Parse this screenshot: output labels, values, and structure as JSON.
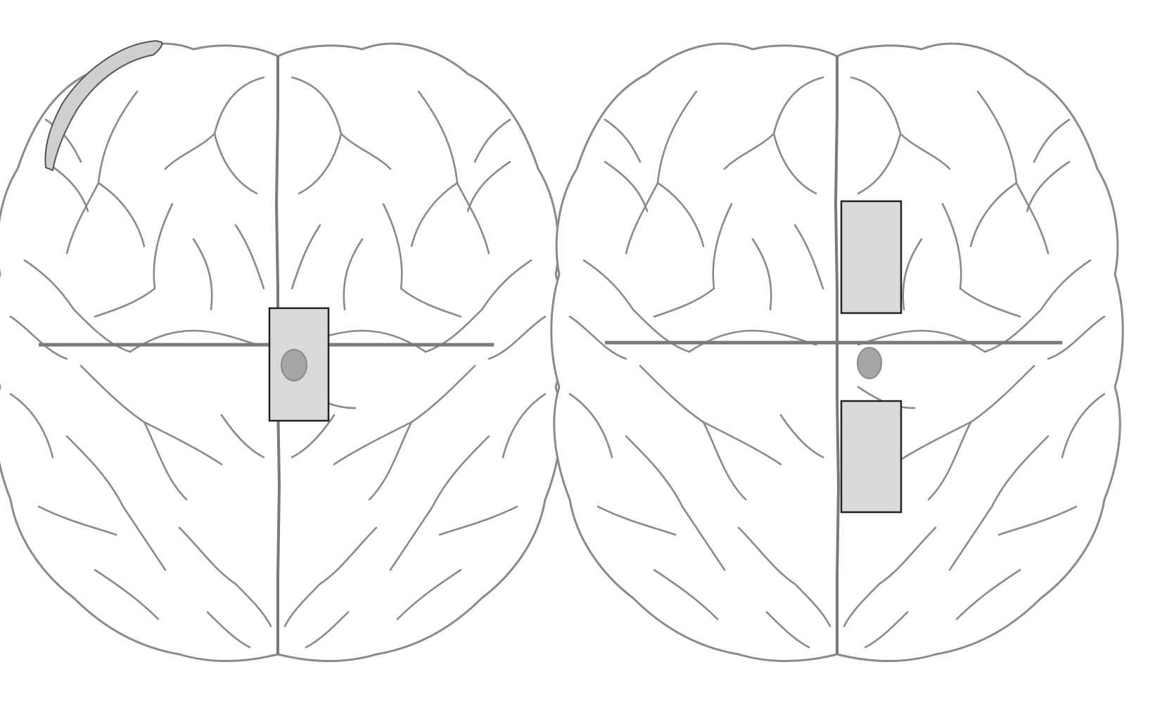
{
  "figure": {
    "panels": [
      {
        "id": "left",
        "description_items": [
          "brain-top-view",
          "horizontal-axis",
          "central-pad",
          "vertex-marker",
          "curved-frontal-electrode"
        ]
      },
      {
        "id": "right",
        "description_items": [
          "brain-top-view",
          "horizontal-axis",
          "anterior-pad",
          "posterior-pad",
          "vertex-marker"
        ]
      }
    ]
  },
  "colors": {
    "outline": "#8a8a8a",
    "axis": "#7a7a7a",
    "pad_fill": "#d9d9d9",
    "pad_stroke": "#222222",
    "marker_fill": "#a6a6a6",
    "curved_electrode_fill": "#cfcfcf",
    "background": "#ffffff"
  }
}
